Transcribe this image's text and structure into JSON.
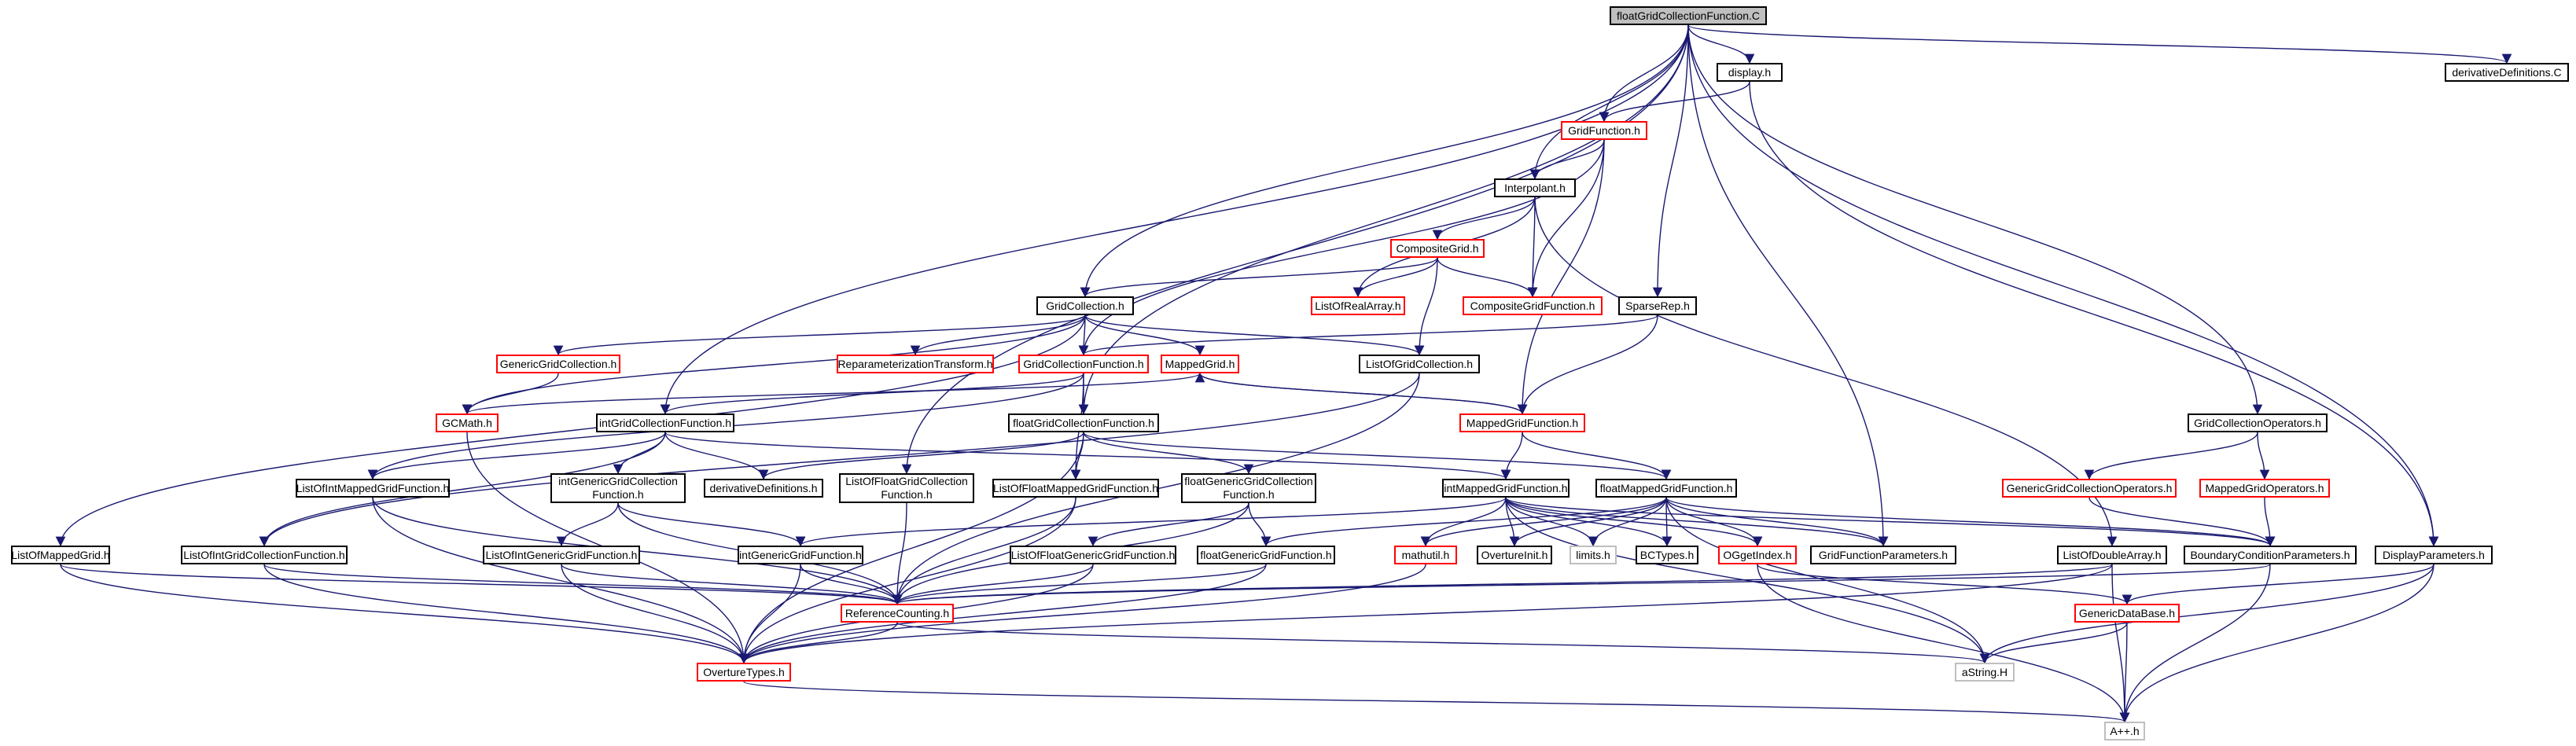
{
  "colors": {
    "edge": "#191970",
    "border_normal": "#000000",
    "border_red": "#ff0000",
    "border_gray": "#bfbfbf",
    "root_fill": "#bfbfbf"
  },
  "nodes": {
    "root": "floatGridCollectionFunction.C",
    "display_h": "display.h",
    "derivdef_C": "derivativeDefinitions.C",
    "gridfunc_h": "GridFunction.h",
    "interp_h": "Interpolant.h",
    "compgrid_h": "CompositeGrid.h",
    "listreal_h": "ListOfRealArray.h",
    "compgridfunc_h": "CompositeGridFunction.h",
    "sparserep_h": "SparseRep.h",
    "gridcoll_h": "GridCollection.h",
    "genericgc_h": "GenericGridCollection.h",
    "reparam_h": "ReparameterizationTransform.h",
    "gcf_h": "GridCollectionFunction.h",
    "mappedgrid_h": "MappedGrid.h",
    "listgc_h": "ListOfGridCollection.h",
    "gcmath_h": "GCMath.h",
    "intgcf_h": "intGridCollectionFunction.h",
    "fgcf_h": "floatGridCollectionFunction.h",
    "mgf_h": "MappedGridFunction.h",
    "gcops_h": "GridCollectionOperators.h",
    "genericgcops_h": "GenericGridCollectionOperators.h",
    "mgops_h": "MappedGridOperators.h",
    "listintmgf_h": "ListOfIntMappedGridFunction.h",
    "intgenericgcf_h": "intGenericGridCollection\nFunction.h",
    "derivdefs_h": "derivativeDefinitions.h",
    "listfgcf_h": "ListOfFloatGridCollection\nFunction.h",
    "listfmgf_h": "ListOfFloatMappedGridFunction.h",
    "fgenericgcf_h": "floatGenericGridCollection\nFunction.h",
    "intmgf_h": "intMappedGridFunction.h",
    "fmgf_h": "floatMappedGridFunction.h",
    "listmg_h": "ListOfMappedGrid.h",
    "listintgcf_h": "ListOfIntGridCollectionFunction.h",
    "listintggf_h": "ListOfIntGenericGridFunction.h",
    "intggf_h": "intGenericGridFunction.h",
    "listfggf_h": "ListOfFloatGenericGridFunction.h",
    "fggf_h": "floatGenericGridFunction.h",
    "mathutil_h": "mathutil.h",
    "overtureinit_h": "OvertureInit.h",
    "limits_h": "limits.h",
    "bctypes_h": "BCTypes.h",
    "ogetindex_h": "OGgetIndex.h",
    "gfparams_h": "GridFunctionParameters.h",
    "listdouble_h": "ListOfDoubleArray.h",
    "bcparams_h": "BoundaryConditionParameters.h",
    "dispparams_h": "DisplayParameters.h",
    "refcount_h": "ReferenceCounting.h",
    "genericdb_h": "GenericDataBase.h",
    "overtypes_h": "OvertureTypes.h",
    "astring_H": "aString.H",
    "app_h": "A++.h"
  }
}
